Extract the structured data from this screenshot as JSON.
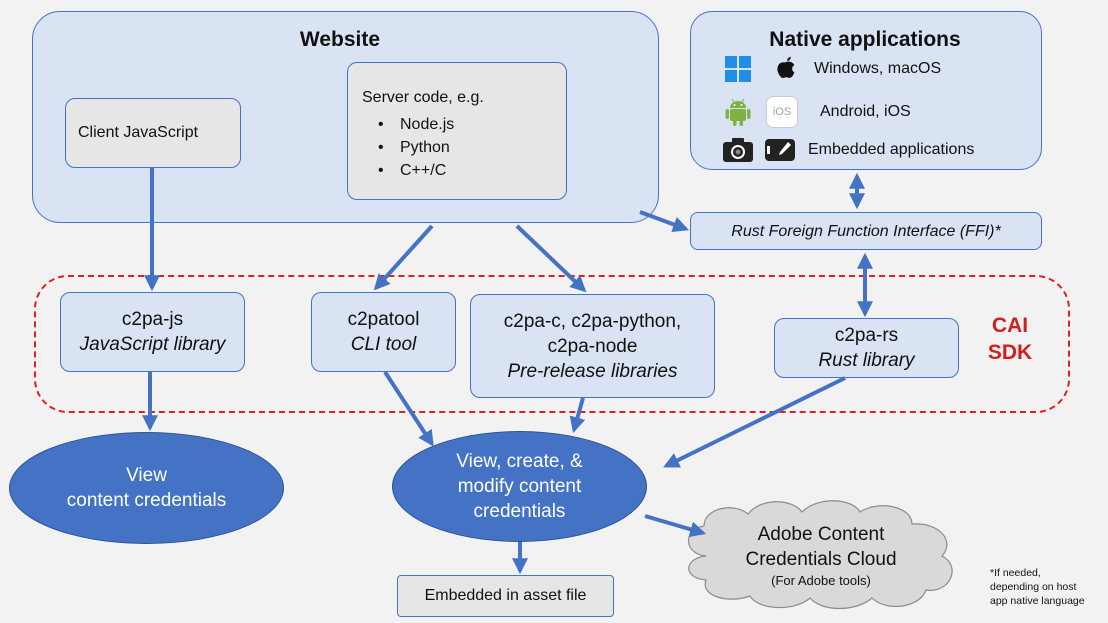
{
  "website": {
    "title": "Website",
    "client_js": "Client JavaScript",
    "server_heading": "Server code, e.g.",
    "server_items": [
      "Node.js",
      "Python",
      "C++/C"
    ]
  },
  "native": {
    "title": "Native applications",
    "rows": [
      {
        "label": "Windows, macOS",
        "icons": [
          "windows-icon",
          "apple-icon"
        ]
      },
      {
        "label": "Android, iOS",
        "icons": [
          "android-icon",
          "ios-icon"
        ]
      },
      {
        "label": "Embedded applications",
        "icons": [
          "camera-icon",
          "device-icon"
        ]
      }
    ],
    "ios_text": "iOS"
  },
  "ffi": {
    "label": "Rust Foreign Function Interface (FFI)*"
  },
  "sdk": {
    "label_line1": "CAI",
    "label_line2": "SDK",
    "color": "#d11f1f",
    "libraries": [
      {
        "name": "c2pa-js",
        "desc": "JavaScript library"
      },
      {
        "name": "c2patool",
        "desc": "CLI tool"
      },
      {
        "name": "c2pa-c, c2pa-python,",
        "name2": "c2pa-node",
        "desc": "Pre-release libraries"
      },
      {
        "name": "c2pa-rs",
        "desc": "Rust library"
      }
    ]
  },
  "outputs": {
    "view": [
      "View",
      "content credentials"
    ],
    "modify": [
      "View, create, &",
      "modify content",
      "credentials"
    ],
    "embedded": "Embedded in asset file",
    "cloud": [
      "Adobe Content",
      "Credentials Cloud",
      "(For Adobe tools)"
    ]
  },
  "footnote": [
    "*If needed,",
    "depending on host",
    "app native language"
  ],
  "colors": {
    "accent": "#4472c4",
    "light_fill": "#dae3f3",
    "grey_fill": "#e6e6e6",
    "background": "#f2f2f2"
  }
}
